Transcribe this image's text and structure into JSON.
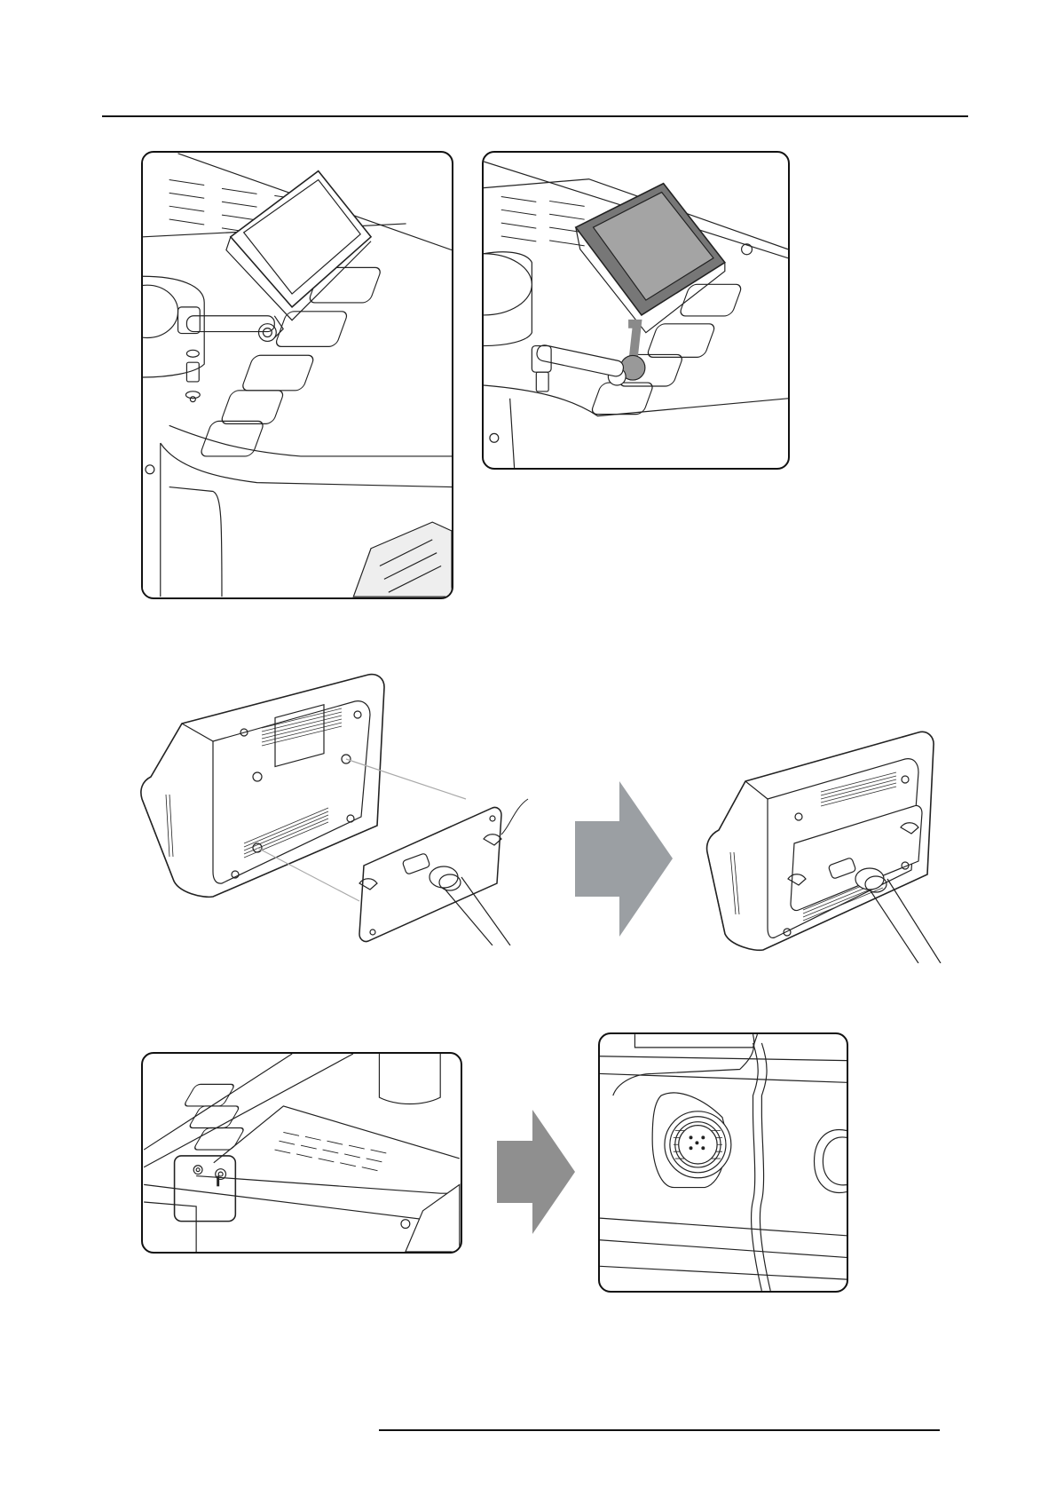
{
  "page": {
    "header_rule": true,
    "footer_rule": true
  },
  "figures": [
    {
      "id": "fig-1a",
      "icon": "touch-panel-mount-exploded-illustration"
    },
    {
      "id": "fig-1b",
      "icon": "touch-panel-mounted-illustration"
    },
    {
      "id": "fig-2a",
      "icon": "panel-back-plate-exploded-illustration"
    },
    {
      "id": "fig-2-arrow",
      "icon": "right-arrow-icon",
      "color": "#9b9fa3"
    },
    {
      "id": "fig-2b",
      "icon": "panel-back-plate-assembled-illustration"
    },
    {
      "id": "fig-3a",
      "icon": "projector-side-connector-location-illustration"
    },
    {
      "id": "fig-3-arrow",
      "icon": "right-arrow-icon",
      "color": "#8f8f8f"
    },
    {
      "id": "fig-3b",
      "icon": "connector-detail-illustration"
    }
  ]
}
